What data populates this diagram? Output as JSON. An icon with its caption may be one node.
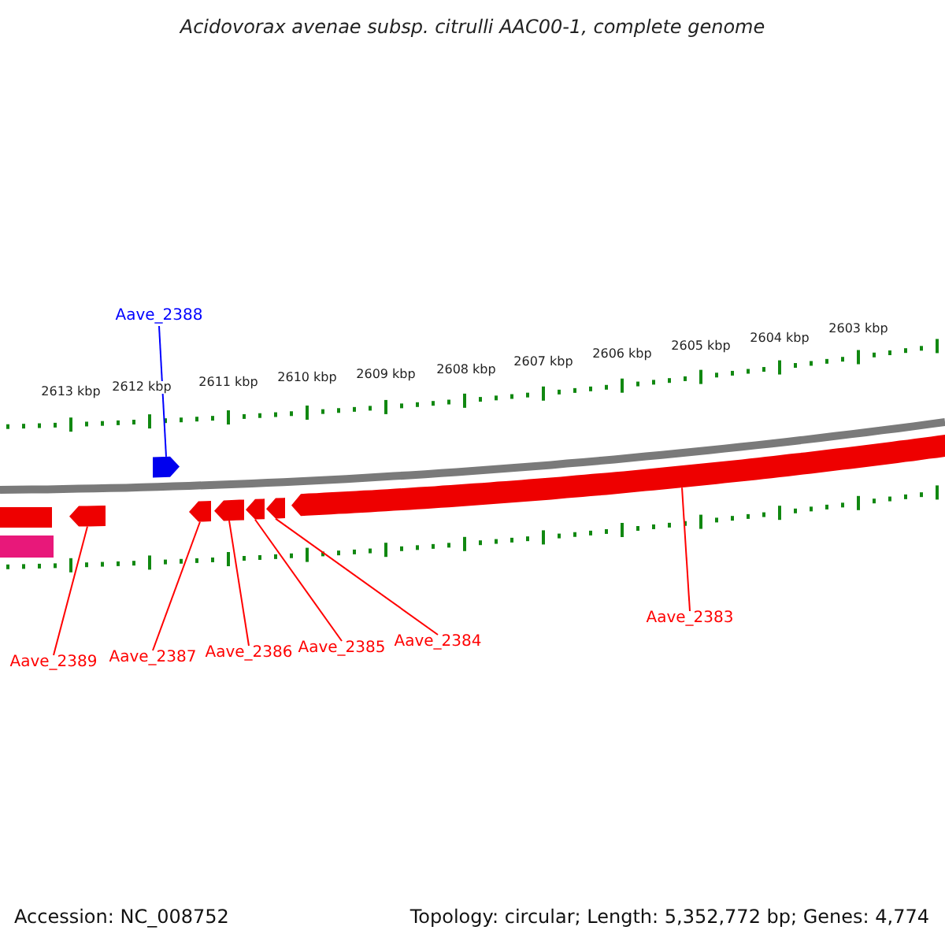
{
  "diagram": {
    "title": "Acidovorax avenae subsp. citrulli AAC00-1, complete genome",
    "nodes": [
      {
        "text": [
          "Aave_2388"
        ]
      },
      {
        "text": [],
        "shape": "pentagon"
      },
      {
        "text": [
          "Aave_2389"
        ]
      },
      {
        "text": [],
        "shape": "pentagon"
      },
      {
        "text": [
          "Aave_2387"
        ]
      },
      {
        "text": [],
        "shape": "pentagon"
      },
      {
        "text": [
          "Aave_2386"
        ]
      },
      {
        "text": [],
        "shape": "pentagon"
      },
      {
        "text": [
          "Aave_2385"
        ]
      },
      {
        "text": [],
        "shape": "pentagon"
      },
      {
        "text": [
          "Aave_2384"
        ]
      },
      {
        "text": [],
        "shape": "pentagon"
      },
      {
        "text": [
          "Aave_2383"
        ]
      },
      {
        "text": [],
        "shape": "pentagon"
      }
    ],
    "edges": [
      {
        "from": 0,
        "to": 1,
        "arrow": "none",
        "color": "#0000ff"
      },
      {
        "from": 2,
        "to": 3,
        "arrow": "none"
      },
      {
        "from": 4,
        "to": 5,
        "arrow": "none"
      },
      {
        "from": 6,
        "to": 7,
        "arrow": "none"
      },
      {
        "from": 8,
        "to": 9,
        "arrow": "none"
      },
      {
        "from": 10,
        "to": 11,
        "arrow": "none"
      },
      {
        "from": 12,
        "to": 13,
        "arrow": "none"
      }
    ],
    "labels": [
      "2613 kbp",
      "2612 kbp",
      "2611 kbp",
      "2610 kbp",
      "2609 kbp",
      "2608 kbp",
      "2607 kbp",
      "2606 kbp",
      "2605 kbp",
      "2604 kbp",
      "2603 kbp",
      "Accession: NC_008752",
      "Topology: circular; Length: 5,352,772 bp; Genes: 4,774"
    ]
  }
}
